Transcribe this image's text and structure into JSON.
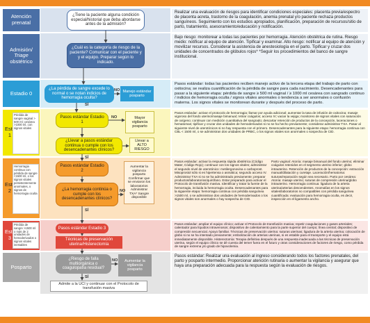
{
  "stages": {
    "prenatal": "Atención prenatal",
    "admision": "Admisión/",
    "admision_i": "Triage",
    "admision_b": "obstétrico",
    "e0": "Estadio 0",
    "e1": "Estadio 1",
    "e2": "Estadio 2",
    "e3": "Estadio 3",
    "post": "Posparto"
  },
  "flow": {
    "q1": "¿Tiene la paciente alguna condición especial/historial que deba abordarse antes de la admisión?",
    "q2": "¿Cuál es la categoría de riesgo de la paciente? Comunicar con el paciente y y el equipo. Preparar según lo indicado.",
    "e0": "¿La pérdida de sangre excede lo normal o se notan indicios de hemorragia oculta?",
    "manejo": "Manejo estándar posparto",
    "pasos1": "Pasos estándar Estadio 1",
    "q3": "¿Llevar a pasos estándar continua o cumple con los desencadenantes clínicos?",
    "vig1": "Mayor vigilancia posparto",
    "alerta": "Llevar a ALTO RIESGO",
    "pasos2": "Pasos estándar Estadio 2",
    "q4": "¿La hemorragia continúa o cumple con los desencadenantes clínicos?",
    "vig2": "Aumentar la vigilancia posparto Confirmar que se enviaron los laboratorios Administrar TXA* Sangre disponible",
    "pasos3": "Pasos estándar Estadio 3",
    "tecnicas": "Técnicas de preservación uterina/Histerectomía",
    "q5": "¿Riesgo de falla multiorgánica o coagulopatía residual?",
    "vig3": "Aumentar la vigilancia posparto",
    "uci": "Admite a la UCI y continuar con el Protocolo de transfusión masiva",
    "si": "SÍ",
    "no": "NO"
  },
  "side_notes": {
    "sn1": "Pérdida de sangre vaginal > 500 ml; cesárea >1000 ml, con signos vitales",
    "sn2": "Hemorragia continua con pérdida de sangre <1500 ml, o los signos vitales persistentemente anormales, o signos de hemorragia oculta",
    "sn3": "Pérdida de sangre >1500 ml o más de 2 unidades de hemoderivados o signos vitales inestables"
  },
  "desc": {
    "prenatal": "Realizar una evaluación de riesgos para identificar condiciones especiales: placenta previa/espectro de placenta acreta, trastorno de la coagulación, anemia prenatal y/o paciente rechaza productos sanguíneos. Seguimiento con los estudios apropiados, planificación, preparación de recursos/sitio de parto, tratamiento, asesoramiento/educación y notificación.",
    "admision": "Bajo riesgo: monitorear a todas las pacientes por hemorragia. Atención obstétrica de rutina. Riesgo medio: notificar al equipo de atención. Tipificar y examinar. Alto riesgo: notificar al equipo de atención y movilizar recursos. Considerar la asistencia de anestesiología en el parto. Tipificar y cruzar dos unidades de concentrados de glóbulos rojos* *Seguir los procedimientos del banco de sangre institucional.",
    "e0": "Pasos estándar: todas las pacientes reciben manejo activo de la tercera etapa del trabajo de parto con oxitocina; se realiza cuantificación de la pérdida de sangre para cada nacimiento. Desencadenantes para pasar a la siguiente etapa: pérdida de sangre ≥ 500 ml vaginal / ≥ 1000 ml cesárea con sangrado continuo / indicios de hemorragia oculta / signos vitales anormales o tendencia a ser anormales o confusión materna. Los signos vitales se monitorean durante y después del proceso de parto.",
    "e1": "Pasos estándar: activar el protocolo de hemorragia; llamar por ayuda adicional; aumentar la tasa de infusión de oxitocina; masaje vigoroso del fondo uterino/masaje bimanual; retirar coágulos; acceso IV; vaciar la vejiga; monitoreo de signos vitales con saturación de oxígeno; continuar con medición cuantitativa del sangrado; descartar retención de productos de la concepción, laceraciones o hematomas; tipificar y cruzar dos unidades de hemoderivados si no se ha hecho previamente; considerar administrar TXA. Pasar al siguiente nivel de uterotónicos si no hay respuesta con el primero. Desencadenantes para la siguiente etapa: hemorragia continua con CBL < 1500 ml, o se administran dos unidades de PRBC, o los signos vitales son anormales o sospecha de CID.",
    "e2a": "Pasos estándar: activar la respuesta rápida obstétrica (Código Mater, Código Rojo); continuar con los signos vitales; administrar el segundo nivel de uterotónico: metilergonovina o carboprost. Misoprostol sólo si es hipertensa o asmática; segundo acceso IV. Administrar TXA si no se ha administrado previamente; preparar productos/laboratorios/quirófano. Estar preparado para activar el Protocolo de transfusión masiva. Identificar y tratar la fuente de la hemorragia, incluida la hemorragia oculta. Desencadenantes para la siguiente etapa: hemorragia continua con pérdida sanguínea >1500 ml, o se administran dos unidades de hemoderivados o los signos vitales son anormales o hay sospecha de CID.",
    "e2b": "Parto vaginal: Atonía: masaje bimanual del fondo uterino; eliminar coágulos retenidos en el segmento uterino inferior; globo intrauterino. Retención de productos de la concepción: extracción manual/dilatación y curetaje. Laceración/hematoma: suturas/reparación según sea necesario. Parto por cesárea: Atonía: masaje uterino; suturas de compresión uterina/globo intrauterino. Hemorragia continua: ligadura de la arteria uterina/arterias descendentes. Anomalías en los signos vitales/laboratorios no compatibles con pérdida sanguínea cuantificada: evaluación para hemorragia oculta, es decir, inspección en el ligamento ancho.",
    "e3": "Pasos estándar: ampliar el equipo clínico; activar el Protocolo de transfusión masiva; repetir coagulaciones y gases arteriales; calentador para líquidos intravenosos; dispositivo de calentamiento para la parte superior del cuerpo; línea central; dispositivo de compresión secuencial. Apoyo familiar. Técnicas de preservación uterina: suturas uterinas; ligadura de la arteria uterina; colocación de globo si no se ha intentado previamente; embolización de arterias uterinas, si es estable para el transporte y el equipo está inmediatamente disponible. Histerectomía: Terapia definitiva después de una respuesta inadecuada a las técnicas de preservación uterina, según el equipo clínico se dé cuenta del temer fuera en el futuro y otras consideraciones de factores de riesgo, como pérdida de sangre extrema y/o grado de hipovolemia.",
    "post": "Pasos estándar: Realizar una evaluación al ingreso considerando todos los factores prenatales, del parto y posparto intermedio. Proporcionar atención rutinaria o aumentar la vigilancia y asegurar que haya una preparación adecuada para la respuesta según la evaluación de riesgos."
  }
}
